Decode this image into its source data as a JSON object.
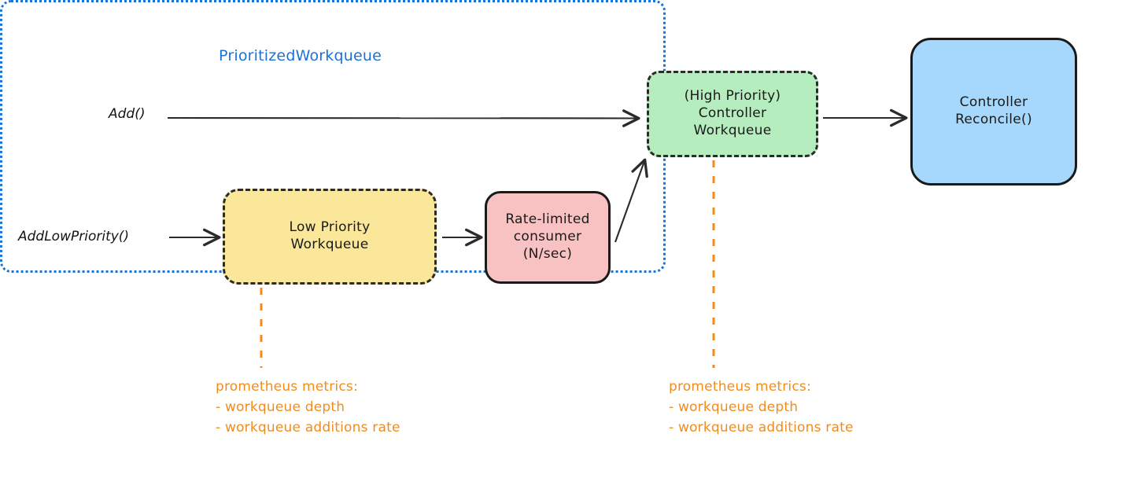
{
  "diagram": {
    "title": "PrioritizedWorkqueue",
    "group": {
      "label": "PrioritizedWorkqueue",
      "border_color": "#1a73d4",
      "border_style": "dotted"
    },
    "nodes": [
      {
        "id": "high-priority-workqueue",
        "label": "(High Priority)\nController\nWorkqueue",
        "fill": "#b5edbe",
        "border_style": "dashed",
        "border_color": "#2b2b2b"
      },
      {
        "id": "controller-reconcile",
        "label": "Controller\nReconcile()",
        "fill": "#a5d8fc",
        "border_style": "solid",
        "border_color": "#1a1a1a"
      },
      {
        "id": "low-priority-workqueue",
        "label": "Low Priority\nWorkqueue",
        "fill": "#fae79a",
        "border_style": "dashed",
        "border_color": "#2b2b2b"
      },
      {
        "id": "rate-limited-consumer",
        "label": "Rate-limited\nconsumer\n(N/sec)",
        "fill": "#f9c2c2",
        "border_style": "solid",
        "border_color": "#1a1a1a"
      }
    ],
    "edge_labels": [
      {
        "id": "add",
        "text": "Add()"
      },
      {
        "id": "add-low-priority",
        "text": "AddLowPriority()"
      }
    ],
    "annotations": [
      {
        "id": "low-priority-metrics",
        "text": "prometheus metrics:\n- workqueue depth\n- workqueue additions rate",
        "color": "#f08c1e",
        "connector": "dashed"
      },
      {
        "id": "high-priority-metrics",
        "text": "prometheus metrics:\n- workqueue depth\n- workqueue additions rate",
        "color": "#f08c1e",
        "connector": "dashed"
      }
    ]
  }
}
